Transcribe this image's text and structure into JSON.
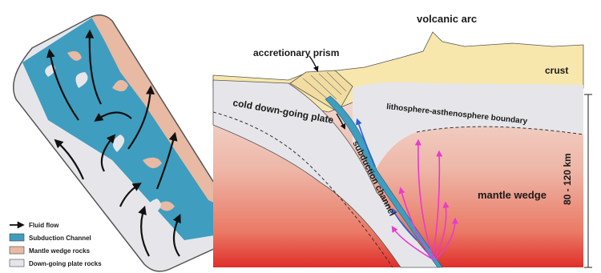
{
  "labels": {
    "volcanic_arc": "volcanic arc",
    "accretionary_prism": "accretionary prism",
    "crust": "crust",
    "cold_plate": "cold down-going plate",
    "las_boundary": "lithosphere-asthenosphere boundary",
    "depth": "80 - 120 km",
    "mantle_wedge": "mantle wedge",
    "subduction_channel": "subduction channel"
  },
  "legend": [
    {
      "label": "Fluid flow",
      "kind": "arrow",
      "color": "#111111"
    },
    {
      "label": "Subduction Channel",
      "kind": "swatch",
      "color": "#3f9dbf"
    },
    {
      "label": "Mantle wedge rocks",
      "kind": "swatch",
      "color": "#e8b9a3"
    },
    {
      "label": "Down-going plate rocks",
      "kind": "swatch",
      "color": "#e4e4e8"
    }
  ],
  "colors": {
    "crust": "#f7e7ad",
    "mantle_top": "#f1d3ca",
    "mantle_bottom": "#e23a33",
    "plate": "#e6e6ea",
    "channel": "#3f9dbf",
    "mantle_wedge_rocks": "#e8b9a3",
    "fluid_arrows": "#e83ad0",
    "blue_arrows": "#2f5fd6"
  }
}
